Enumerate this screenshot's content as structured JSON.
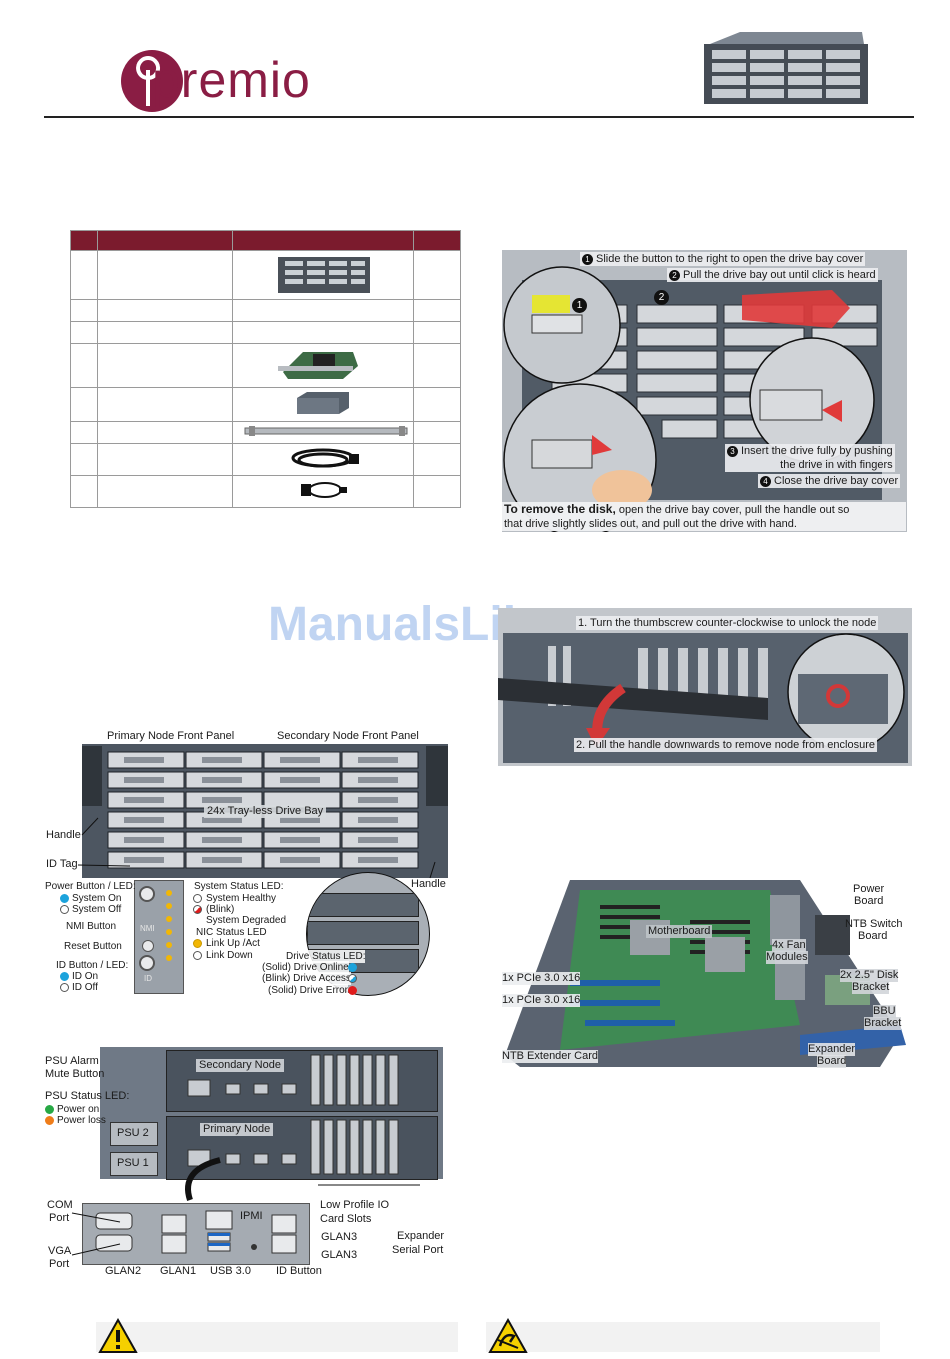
{
  "header": {
    "brand": "premio",
    "brand_color": "#8a1d44"
  },
  "watermark": "ManualsLib.com",
  "inventory_table": {
    "header_color": "#7b1b2d",
    "rows": [
      {
        "image": "server-chassis"
      },
      {
        "image": ""
      },
      {
        "image": ""
      },
      {
        "image": "ntb-card"
      },
      {
        "image": "module"
      },
      {
        "image": "rail"
      },
      {
        "image": "power-cord"
      },
      {
        "image": "serial-cable"
      }
    ]
  },
  "drive_install": {
    "step1": "Slide the button to the right to open the drive bay cover",
    "step2": "Pull the drive bay out until click is heard",
    "step3a": "Insert the drive fully by pushing",
    "step3b": "the drive in with fingers",
    "step4": "Close the drive bay cover",
    "remove_bold": "To remove the disk,",
    "remove_text1": "open the drive bay cover, pull the handle out so",
    "remove_text2": "that drive slightly slides out, and pull out the drive with hand.",
    "n1": "1",
    "n2": "2",
    "n3": "3",
    "n4": "4"
  },
  "node_removal": {
    "step1": "1. Turn the thumbscrew counter-clockwise to unlock the node",
    "step2": "2. Pull the handle downwards to remove node from enclosure"
  },
  "front_panel": {
    "primary": "Primary Node Front Panel",
    "secondary": "Secondary Node Front Panel",
    "drive_bay": "24x Tray-less Drive Bay",
    "handle_left": "Handle",
    "handle_right": "Handle",
    "id_tag": "ID Tag",
    "power_button": "Power Button / LED:",
    "system_on": "System On",
    "system_off": "System Off",
    "nmi_button": "NMI Button",
    "reset_button": "Reset Button",
    "id_button": "ID Button / LED:",
    "id_on": "ID On",
    "id_off": "ID Off",
    "system_status": "System Status LED:",
    "system_healthy": "System Healthy",
    "blink": "(Blink)",
    "system_degraded": "System Degraded",
    "nic_status": "NIC Status LED",
    "link_up": "Link Up /Act",
    "link_down": "Link Down",
    "drive_status": "Drive Status LED:",
    "drive_online": "(Solid) Drive Online",
    "drive_access": "(Blink) Drive Access",
    "drive_error": "(Solid) Drive Error",
    "panel_nmi": "NMI",
    "panel_id": "ID"
  },
  "rear_panel": {
    "psu_alarm1": "PSU Alarm",
    "psu_alarm2": "Mute Button",
    "psu_status": "PSU Status LED:",
    "power_on": "Power on",
    "power_loss": "Power loss",
    "secondary_node": "Secondary Node",
    "primary_node": "Primary Node",
    "psu2": "PSU 2",
    "psu1": "PSU 1",
    "com1": "COM",
    "com2": "Port",
    "vga1": "VGA",
    "vga2": "Port",
    "glan2": "GLAN2",
    "glan1": "GLAN1",
    "usb": "USB 3.0",
    "ipmi": "IPMI",
    "id_button": "ID Button",
    "low_profile1": "Low Profile IO",
    "low_profile2": "Card Slots",
    "glan3a": "GLAN3",
    "glan3b": "GLAN3",
    "expander1": "Expander",
    "expander2": "Serial Port"
  },
  "internal": {
    "power_board1": "Power",
    "power_board2": "Board",
    "ntb_switch1": "NTB Switch",
    "ntb_switch2": "Board",
    "motherboard": "Motherboard",
    "fan1": "4x Fan",
    "fan2": "Modules",
    "disk1": "2x 2.5\" Disk",
    "disk2": "Bracket",
    "pcie1": "1x PCIe 3.0 x16",
    "pcie2": "1x PCIe 3.0 x16",
    "bbu1": "BBU",
    "bbu2": "Bracket",
    "ntb_ext": "NTB Extender Card",
    "expander1": "Expander",
    "expander2": "Board"
  },
  "led_colors": {
    "blue": "#1ca3dc",
    "green": "#27a844",
    "orange": "#ef7d1a",
    "red": "#e01b1b",
    "yellow": "#f2b705"
  }
}
